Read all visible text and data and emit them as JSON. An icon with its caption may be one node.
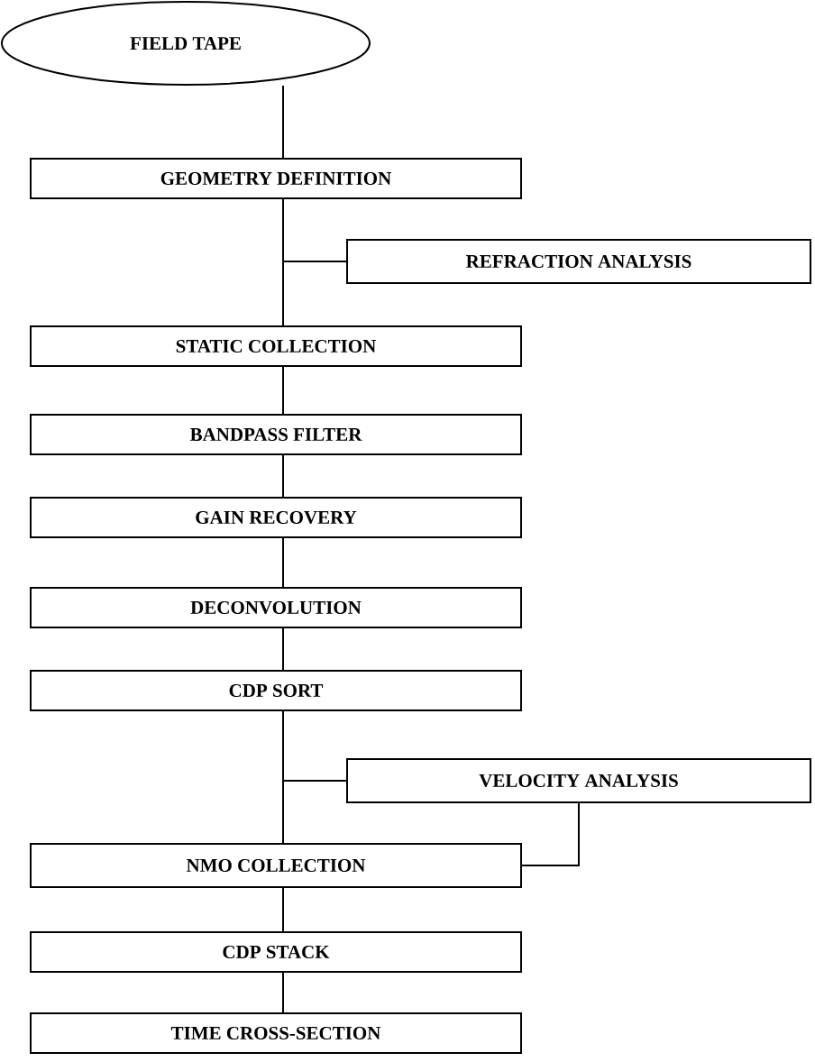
{
  "diagram": {
    "nodes": [
      {
        "text": [
          "FIELD TAPE"
        ]
      },
      {
        "text": [
          "GEOMETRY DEFINITION"
        ]
      },
      {
        "text": [
          "REFRACTION ANALYSIS"
        ]
      },
      {
        "text": [
          "STATIC COLLECTION"
        ]
      },
      {
        "text": [
          "BANDPASS FILTER"
        ]
      },
      {
        "text": [
          "GAIN RECOVERY"
        ]
      },
      {
        "text": [
          "DECONVOLUTION"
        ]
      },
      {
        "text": [
          "CDP SORT"
        ]
      },
      {
        "text": [
          "VELOCITY ANALYSIS"
        ]
      },
      {
        "text": [
          "NMO COLLECTION"
        ]
      },
      {
        "text": [
          "CDP STACK"
        ]
      },
      {
        "text": [
          "TIME CROSS-SECTION"
        ]
      }
    ],
    "edges": [
      {
        "from": 0,
        "to": 1,
        "arrow": "none"
      },
      {
        "from": 1,
        "to": 2,
        "arrow": "none"
      },
      {
        "from": 1,
        "to": 3,
        "arrow": "none"
      },
      {
        "from": 3,
        "to": 4,
        "arrow": "none"
      },
      {
        "from": 4,
        "to": 5,
        "arrow": "none"
      },
      {
        "from": 5,
        "to": 6,
        "arrow": "none"
      },
      {
        "from": 6,
        "to": 7,
        "arrow": "none"
      },
      {
        "from": 7,
        "to": 8,
        "arrow": "none"
      },
      {
        "from": 7,
        "to": 9,
        "arrow": "none"
      },
      {
        "from": 8,
        "to": 9,
        "arrow": "none"
      },
      {
        "from": 9,
        "to": 10,
        "arrow": "none"
      },
      {
        "from": 10,
        "to": 11,
        "arrow": "none"
      }
    ]
  }
}
